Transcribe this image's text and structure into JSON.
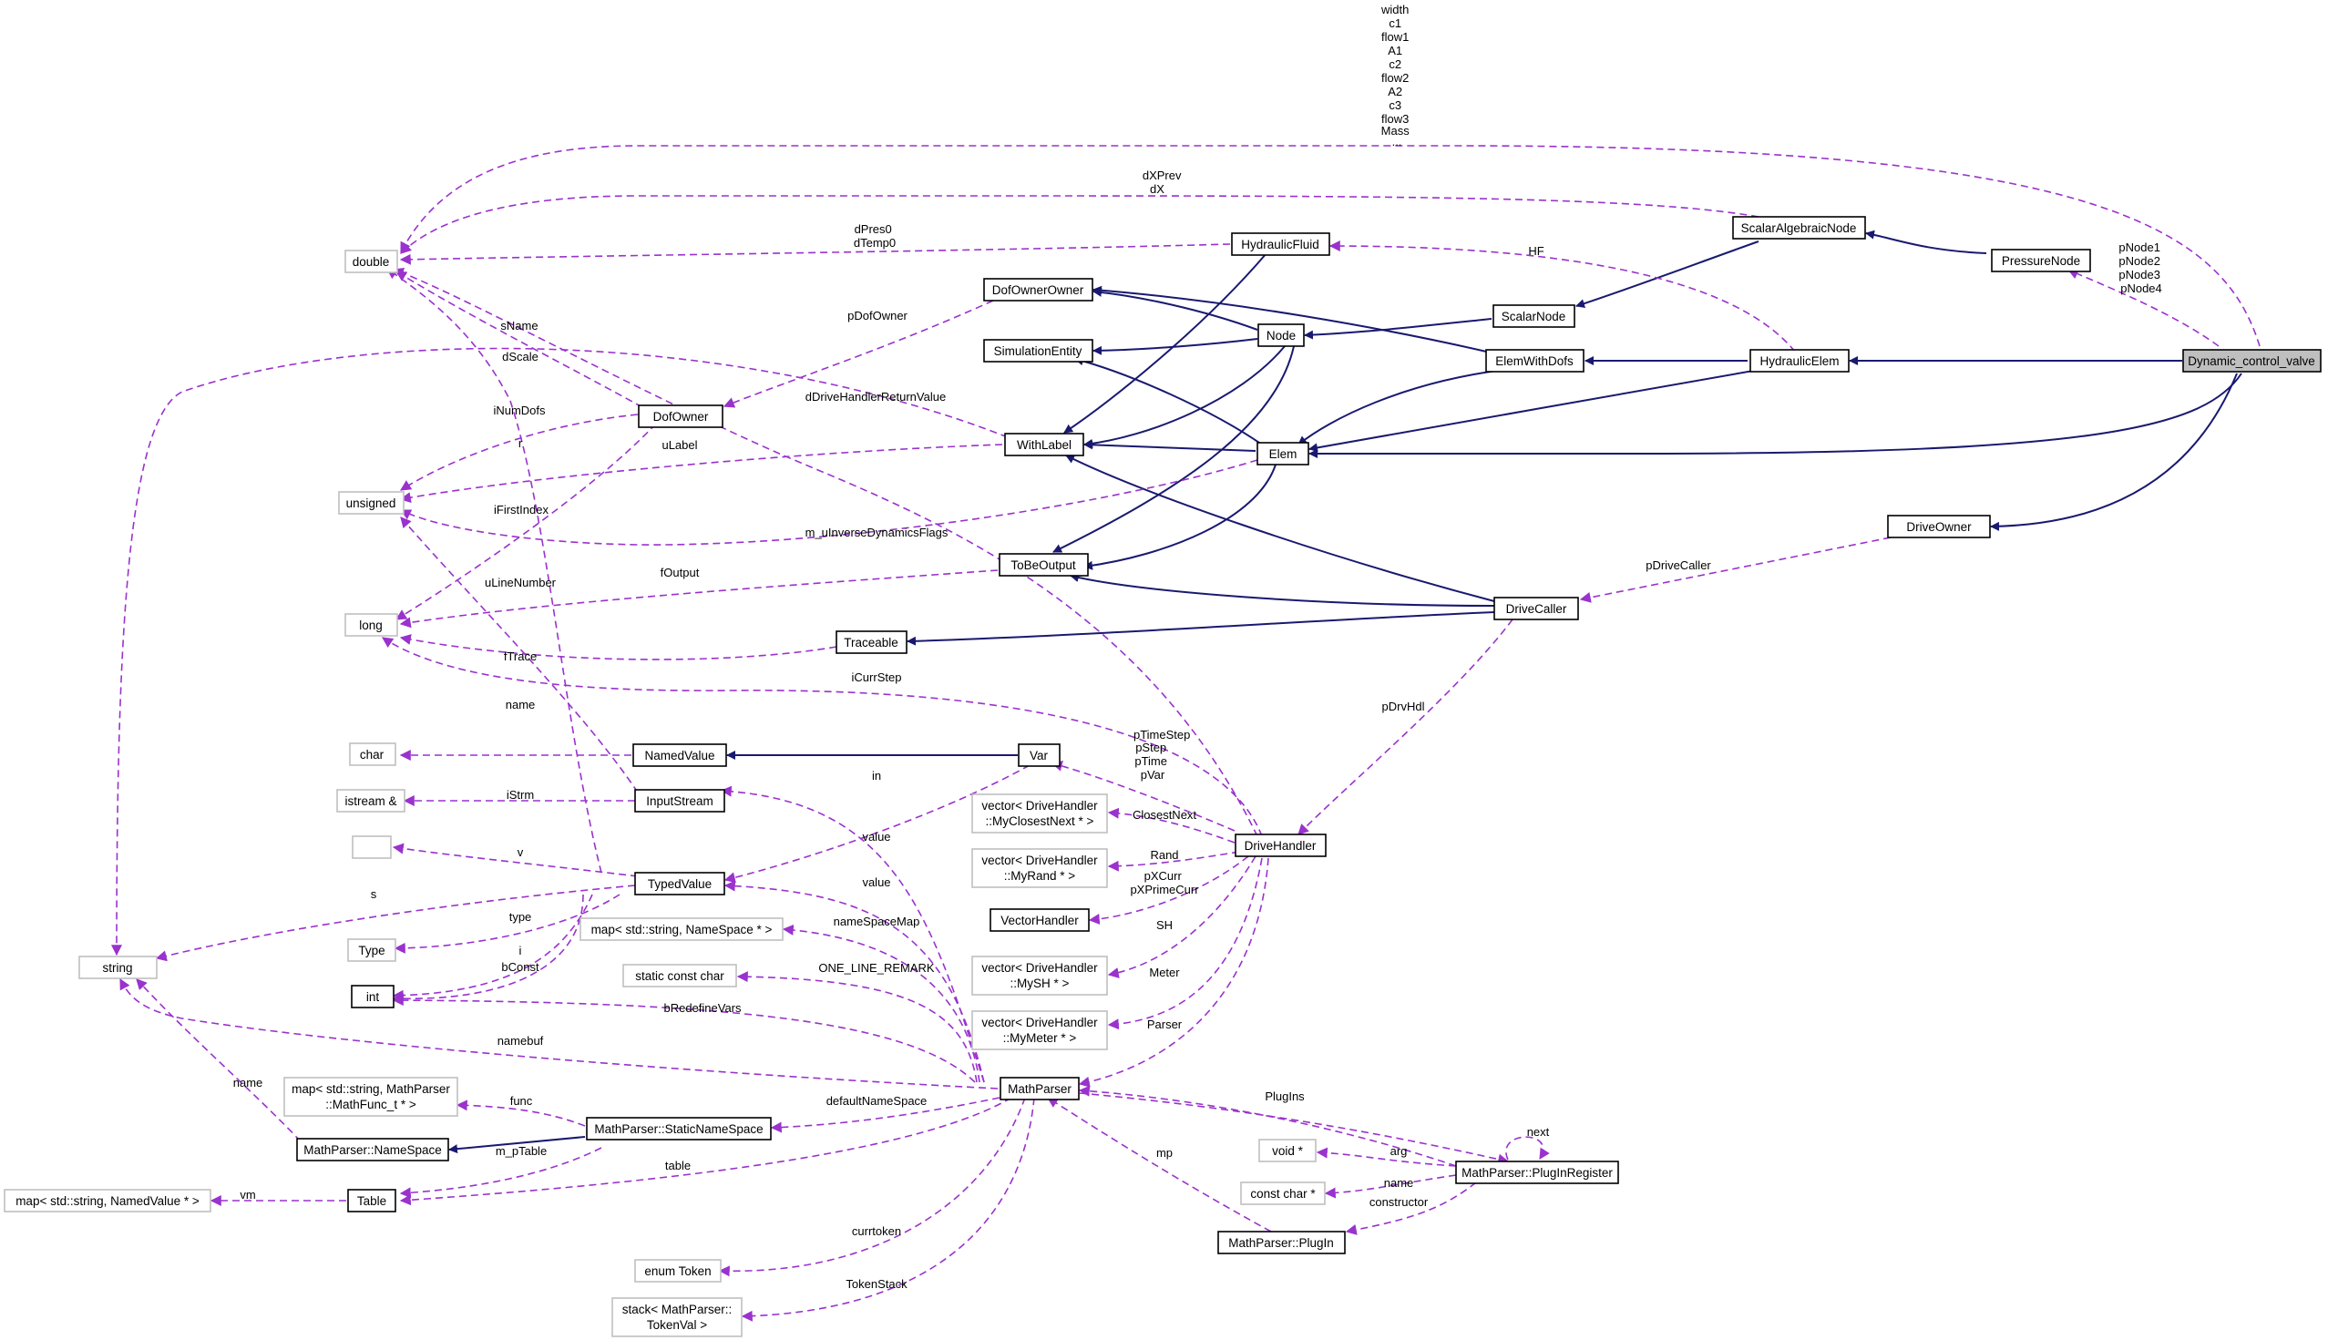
{
  "nodes": {
    "double": "double",
    "unsigned": "unsigned",
    "long": "long",
    "char": "char",
    "istream": "istream &",
    "empty": "",
    "type": "Type",
    "int": "int",
    "string": "string",
    "map_vm": "map< std::string, NamedValue * >",
    "map_func": [
      "map< std::string, MathParser",
      "::MathFunc_t * >"
    ],
    "ns": "MathParser::NameSpace",
    "table": "Table",
    "sns": "MathParser::StaticNameSpace",
    "map_ns": "map< std::string, NameSpace * >",
    "scc": "static const char",
    "enumtoken": "enum Token",
    "stack": [
      "stack< MathParser::",
      "TokenVal >"
    ],
    "dofowner": "DofOwner",
    "namedvalue": "NamedValue",
    "inputstream": "InputStream",
    "typedvalue": "TypedValue",
    "traceable": "Traceable",
    "dofownerowner": "DofOwnerOwner",
    "simentity": "SimulationEntity",
    "withlabel": "WithLabel",
    "tobeoutput": "ToBeOutput",
    "var": "Var",
    "vec_mcn": [
      "vector< DriveHandler",
      "::MyClosestNext * >"
    ],
    "vec_mr": [
      "vector< DriveHandler",
      "::MyRand * >"
    ],
    "vectorhandler": "VectorHandler",
    "vec_msh": [
      "vector< DriveHandler",
      "::MySH * >"
    ],
    "vec_mm": [
      "vector< DriveHandler",
      "::MyMeter * >"
    ],
    "mathparser": "MathParser",
    "hydraulicfluid": "HydraulicFluid",
    "node": "Node",
    "elem": "Elem",
    "drivehandler": "DriveHandler",
    "voidp": "void *",
    "constcharp": "const char *",
    "plugin": "MathParser::PlugIn",
    "scalarnode": "ScalarNode",
    "elemwithdofs": "ElemWithDofs",
    "drivecaller": "DriveCaller",
    "pluginreg": "MathParser::PlugInRegister",
    "scalaralgnode": "ScalarAlgebraicNode",
    "hydraulicelem": "HydraulicElem",
    "driveowner": "DriveOwner",
    "pressurenode": "PressureNode",
    "dcv": "Dynamic_control_valve"
  },
  "edge_labels": {
    "dcv_double": [
      "width",
      "c1",
      "flow1",
      "A1",
      "c2",
      "flow2",
      "A2",
      "c3",
      "flow3",
      "Mass",
      "..."
    ],
    "dx": [
      "dXPrev",
      "dX"
    ],
    "dpres": [
      "dPres0",
      "dTemp0"
    ],
    "hf": "HF",
    "pnodes": [
      "pNode1",
      "pNode2",
      "pNode3",
      "pNode4"
    ],
    "pdofowner": "pDofOwner",
    "sname": "sName",
    "dscale": "dScale",
    "inumdofs": "iNumDofs",
    "ddh": "dDriveHandlerReturnValue",
    "r": "r",
    "ulabel": "uLabel",
    "ifirst": "iFirstIndex",
    "minv": "m_uInverseDynamicsFlags",
    "ulinenum": "uLineNumber",
    "foutput": "fOutput",
    "pdrivecaller": "pDriveCaller",
    "ftrace": "fTrace",
    "icurrstep": "iCurrStep",
    "pdrvhdl": "pDrvHdl",
    "name": "name",
    "pvars": [
      "pTimeStep",
      "pStep",
      "pTime",
      "pVar"
    ],
    "in": "in",
    "istrm": "iStrm",
    "closestnext": "ClosestNext",
    "value1": "value",
    "v": "v",
    "rand": "Rand",
    "pxcurr": [
      "pXCurr",
      "pXPrimeCurr"
    ],
    "s": "s",
    "value2": "value",
    "type": "type",
    "sh": "SH",
    "i": "i",
    "bconst": "bConst",
    "nsmap": "nameSpaceMap",
    "olr": "ONE_LINE_REMARK",
    "meter": "Meter",
    "bredef": "bRedefineVars",
    "namebuf": "namebuf",
    "parser": "Parser",
    "name2": "name",
    "plugins": "PlugIns",
    "next": "next",
    "func": "func",
    "defaultns": "defaultNameSpace",
    "mptable": "m_pTable",
    "arg": "arg",
    "mp": "mp",
    "table": "table",
    "vm": "vm",
    "name3": "name",
    "constructor": "constructor",
    "currtoken": "currtoken",
    "tokenstack": "TokenStack"
  },
  "colors": {
    "inheritance": "#191970",
    "usage": "#9a32cd",
    "highlight_fill": "#bfbfbf",
    "undocumented_border": "#bfbfbf"
  }
}
